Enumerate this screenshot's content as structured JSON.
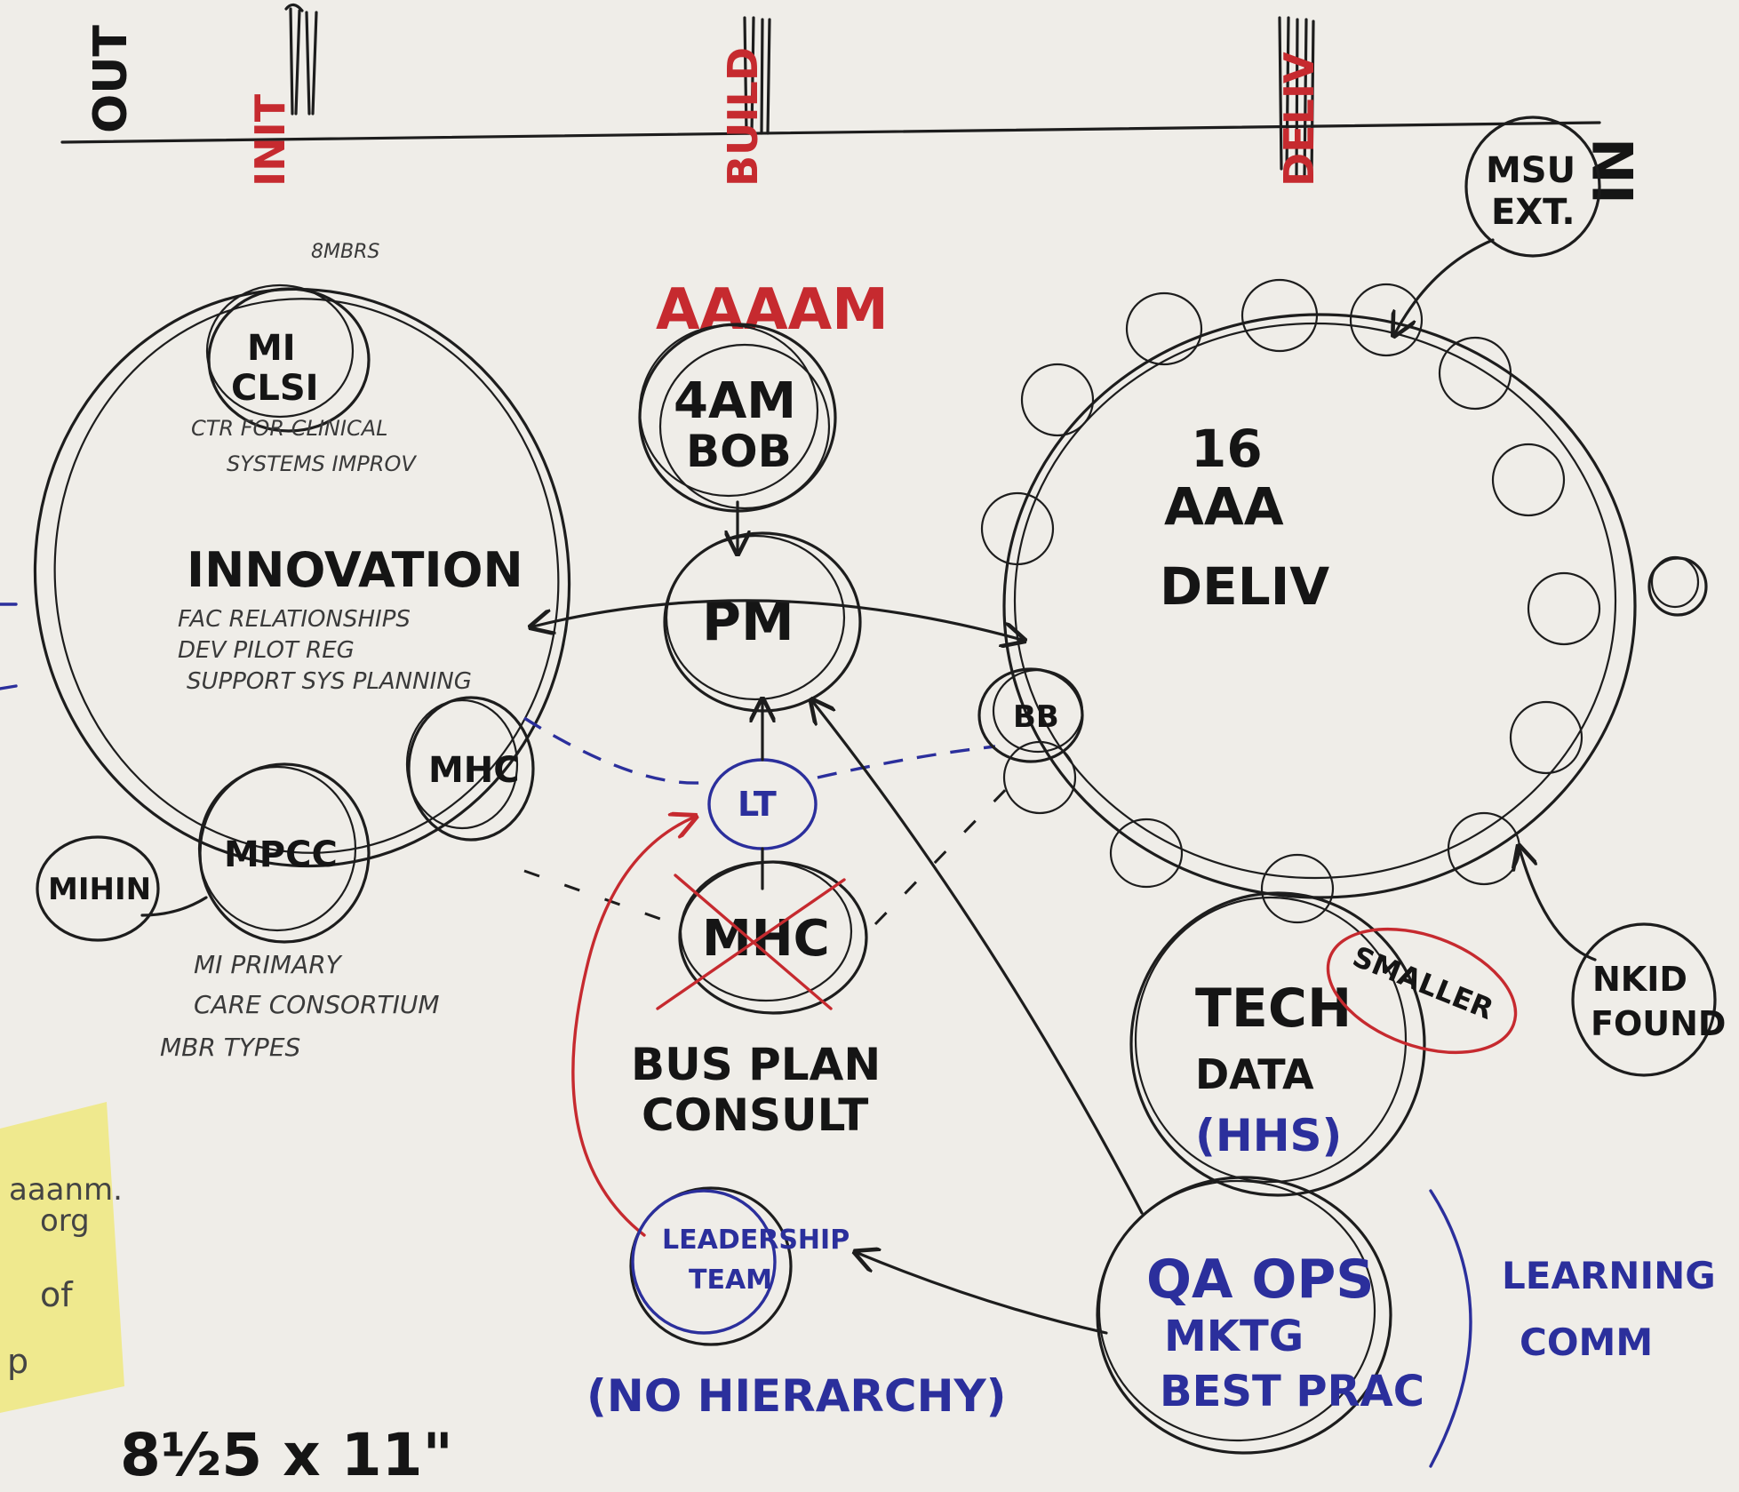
{
  "axis": {
    "left_label": "OUT",
    "right_label": "IN"
  },
  "stages": [
    {
      "label": "INIT"
    },
    {
      "label": "BUILD"
    },
    {
      "label": "DELIV"
    }
  ],
  "innovation": {
    "title": "INNOVATION",
    "notes": [
      "FAC RELATIONSHIPS",
      "DEV PILOT REG",
      "SUPPORT SYS PLANNING"
    ],
    "members_note": "8MBRS",
    "mi_clsi": [
      "MI",
      "CLSI"
    ],
    "mi_clsi_note": [
      "CTR FOR CLINICAL",
      "SYSTEMS IMPROV"
    ],
    "mhc": "MHC",
    "mpcc": "MPCC",
    "mihin": "MIHIN",
    "mpcc_note": [
      "MI PRIMARY",
      "CARE CONSORTIUM",
      "MBR TYPES"
    ]
  },
  "center": {
    "aaaam": "AAAAM",
    "top_node": [
      "4AM",
      "BOB"
    ],
    "pm": "PM",
    "lt": "LT",
    "mhc": "MHC",
    "bus_plan": [
      "BUS PLAN",
      "CONSULT"
    ],
    "leadership": [
      "LEADERSHIP",
      "TEAM"
    ],
    "no_hierarchy": "(NO HIERARCHY)"
  },
  "delivery": {
    "count": "16",
    "label": [
      "AAA",
      "DELIV"
    ],
    "bb": "BB",
    "msu_ext": [
      "MSU",
      "EXT."
    ],
    "mi_hd": [
      "NKID",
      "FOUND"
    ],
    "tech_data": [
      "TECH",
      "DATA",
      "(HHS)"
    ],
    "smaller": "SMALLER",
    "qa": [
      "QA OPS",
      "MKTG",
      "BEST PRAC"
    ],
    "learning": [
      "LEARNING",
      "COMM"
    ]
  },
  "sticky_note": {
    "lines": [
      "aaanm.",
      "org",
      "of",
      "p"
    ]
  },
  "page_size_note": "8½5 x 11\""
}
